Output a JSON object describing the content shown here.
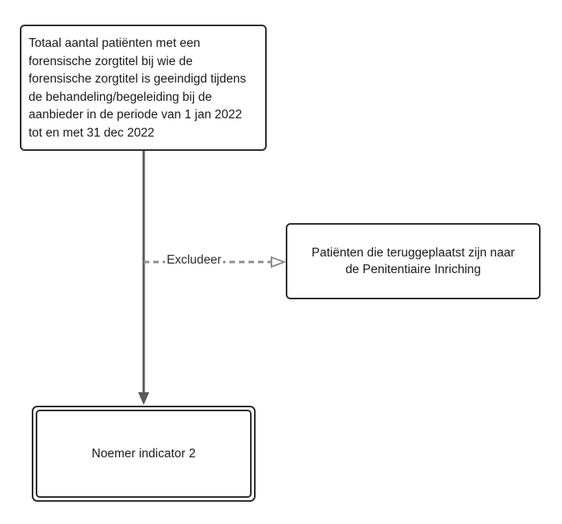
{
  "nodes": {
    "top": {
      "text": "Totaal aantal patiënten met een forensische zorgtitel bij wie de forensische zorgtitel is geeindigd tijdens de behandeling/begeleiding bij de aanbieder in de periode van 1 jan 2022 tot en met 31 dec 2022"
    },
    "exclusion": {
      "text": "Patiënten die teruggeplaatst zijn naar\nde Penitentiaire Inriching"
    },
    "result": {
      "text": "Noemer indicator 2"
    }
  },
  "edges": {
    "exclude_label": "Excludeer"
  },
  "colors": {
    "line": "#595959",
    "dashed": "#8c8c8c",
    "border": "#2b2b2b"
  }
}
